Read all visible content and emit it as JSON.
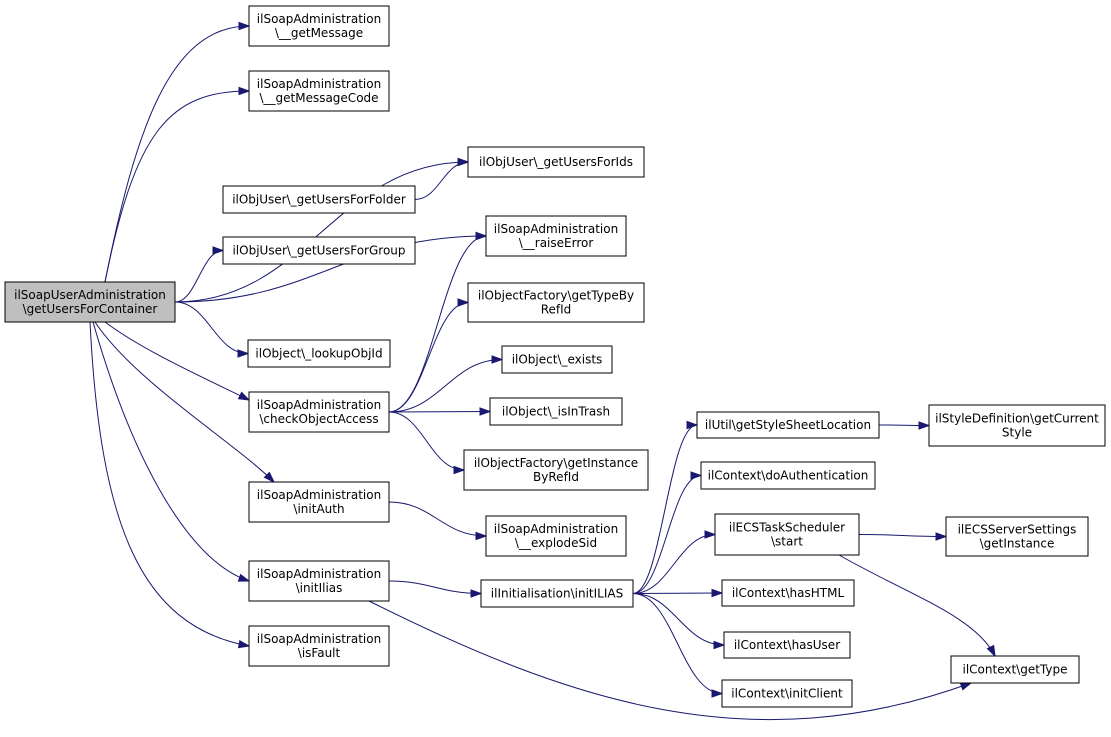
{
  "colors": {
    "edge": "#191970",
    "root_fill": "#bfbfbf",
    "node_fill": "#ffffff",
    "border": "#000000"
  },
  "nodes": [
    {
      "id": "root",
      "lines": [
        "ilSoapUserAdministration",
        "\\getUsersForContainer"
      ],
      "root": true
    },
    {
      "id": "getMsg",
      "lines": [
        "ilSoapAdministration",
        "\\__getMessage"
      ]
    },
    {
      "id": "getMsgCode",
      "lines": [
        "ilSoapAdministration",
        "\\__getMessageCode"
      ]
    },
    {
      "id": "usersIds",
      "lines": [
        "ilObjUser\\_getUsersForIds"
      ]
    },
    {
      "id": "usersFolder",
      "lines": [
        "ilObjUser\\_getUsersForFolder"
      ]
    },
    {
      "id": "usersGroup",
      "lines": [
        "ilObjUser\\_getUsersForGroup"
      ]
    },
    {
      "id": "raiseErr",
      "lines": [
        "ilSoapAdministration",
        "\\__raiseError"
      ]
    },
    {
      "id": "getTypeBy",
      "lines": [
        "ilObjectFactory\\getTypeBy",
        "RefId"
      ]
    },
    {
      "id": "lookupObj",
      "lines": [
        "ilObject\\_lookupObjId"
      ]
    },
    {
      "id": "exists",
      "lines": [
        "ilObject\\_exists"
      ]
    },
    {
      "id": "checkAcc",
      "lines": [
        "ilSoapAdministration",
        "\\checkObjectAccess"
      ]
    },
    {
      "id": "isInTrash",
      "lines": [
        "ilObject\\_isInTrash"
      ]
    },
    {
      "id": "getInst",
      "lines": [
        "ilObjectFactory\\getInstance",
        "ByRefId"
      ]
    },
    {
      "id": "styleLoc",
      "lines": [
        "ilUtil\\getStyleSheetLocation"
      ]
    },
    {
      "id": "styleDef",
      "lines": [
        "ilStyleDefinition\\getCurrent",
        "Style"
      ]
    },
    {
      "id": "doAuth",
      "lines": [
        "ilContext\\doAuthentication"
      ]
    },
    {
      "id": "initAuth",
      "lines": [
        "ilSoapAdministration",
        "\\initAuth"
      ]
    },
    {
      "id": "explode",
      "lines": [
        "ilSoapAdministration",
        "\\__explodeSid"
      ]
    },
    {
      "id": "ecsTask",
      "lines": [
        "ilECSTaskScheduler",
        "\\start"
      ]
    },
    {
      "id": "ecsSrv",
      "lines": [
        "ilECSServerSettings",
        "\\getInstance"
      ]
    },
    {
      "id": "initIlias",
      "lines": [
        "ilSoapAdministration",
        "\\initIlias"
      ]
    },
    {
      "id": "initILIAS",
      "lines": [
        "ilInitialisation\\initILIAS"
      ]
    },
    {
      "id": "hasHTML",
      "lines": [
        "ilContext\\hasHTML"
      ]
    },
    {
      "id": "isFault",
      "lines": [
        "ilSoapAdministration",
        "\\isFault"
      ]
    },
    {
      "id": "hasUser",
      "lines": [
        "ilContext\\hasUser"
      ]
    },
    {
      "id": "getType",
      "lines": [
        "ilContext\\getType"
      ]
    },
    {
      "id": "initClient",
      "lines": [
        "ilContext\\initClient"
      ]
    }
  ],
  "edges": [
    {
      "from": "root",
      "to": "getMsg"
    },
    {
      "from": "root",
      "to": "getMsgCode"
    },
    {
      "from": "root",
      "to": "usersIds"
    },
    {
      "from": "root",
      "to": "usersGroup"
    },
    {
      "from": "root",
      "to": "raiseErr"
    },
    {
      "from": "root",
      "to": "lookupObj"
    },
    {
      "from": "root",
      "to": "checkAcc"
    },
    {
      "from": "root",
      "to": "initAuth"
    },
    {
      "from": "root",
      "to": "initIlias"
    },
    {
      "from": "root",
      "to": "isFault"
    },
    {
      "from": "usersFolder",
      "to": "usersIds"
    },
    {
      "from": "checkAcc",
      "to": "raiseErr"
    },
    {
      "from": "checkAcc",
      "to": "getTypeBy"
    },
    {
      "from": "checkAcc",
      "to": "exists"
    },
    {
      "from": "checkAcc",
      "to": "isInTrash"
    },
    {
      "from": "checkAcc",
      "to": "getInst"
    },
    {
      "from": "initAuth",
      "to": "explode"
    },
    {
      "from": "initIlias",
      "to": "initILIAS"
    },
    {
      "from": "initIlias",
      "to": "getType"
    },
    {
      "from": "initILIAS",
      "to": "styleLoc"
    },
    {
      "from": "initILIAS",
      "to": "doAuth"
    },
    {
      "from": "initILIAS",
      "to": "ecsTask"
    },
    {
      "from": "initILIAS",
      "to": "hasHTML"
    },
    {
      "from": "initILIAS",
      "to": "hasUser"
    },
    {
      "from": "initILIAS",
      "to": "initClient"
    },
    {
      "from": "styleLoc",
      "to": "styleDef"
    },
    {
      "from": "ecsTask",
      "to": "ecsSrv"
    },
    {
      "from": "ecsTask",
      "to": "getType"
    }
  ]
}
